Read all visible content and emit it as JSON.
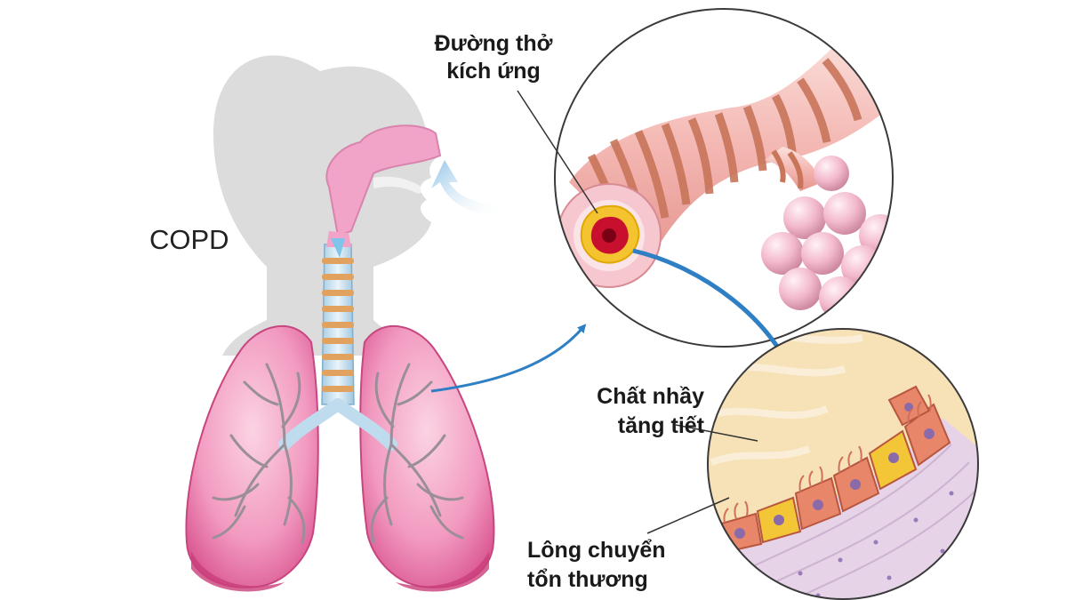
{
  "labels": {
    "copd": "COPD",
    "airway": [
      "Đường thở",
      "kích ứng"
    ],
    "mucus": [
      "Chất nhầy",
      "tăng tiết"
    ],
    "cilia": [
      "Lông chuyển",
      "tổn thương"
    ]
  },
  "colors": {
    "lung_pink": "#e86aa0",
    "airway_stripe": "#c8755a",
    "airway_base": "#f7c4c2",
    "arrow_blue": "#2f7fc4",
    "head_gray": "#dcdcdc",
    "cell_orange": "#e8866a",
    "cell_yellow": "#f3c637",
    "mucus_cream": "#f7e2b8"
  }
}
